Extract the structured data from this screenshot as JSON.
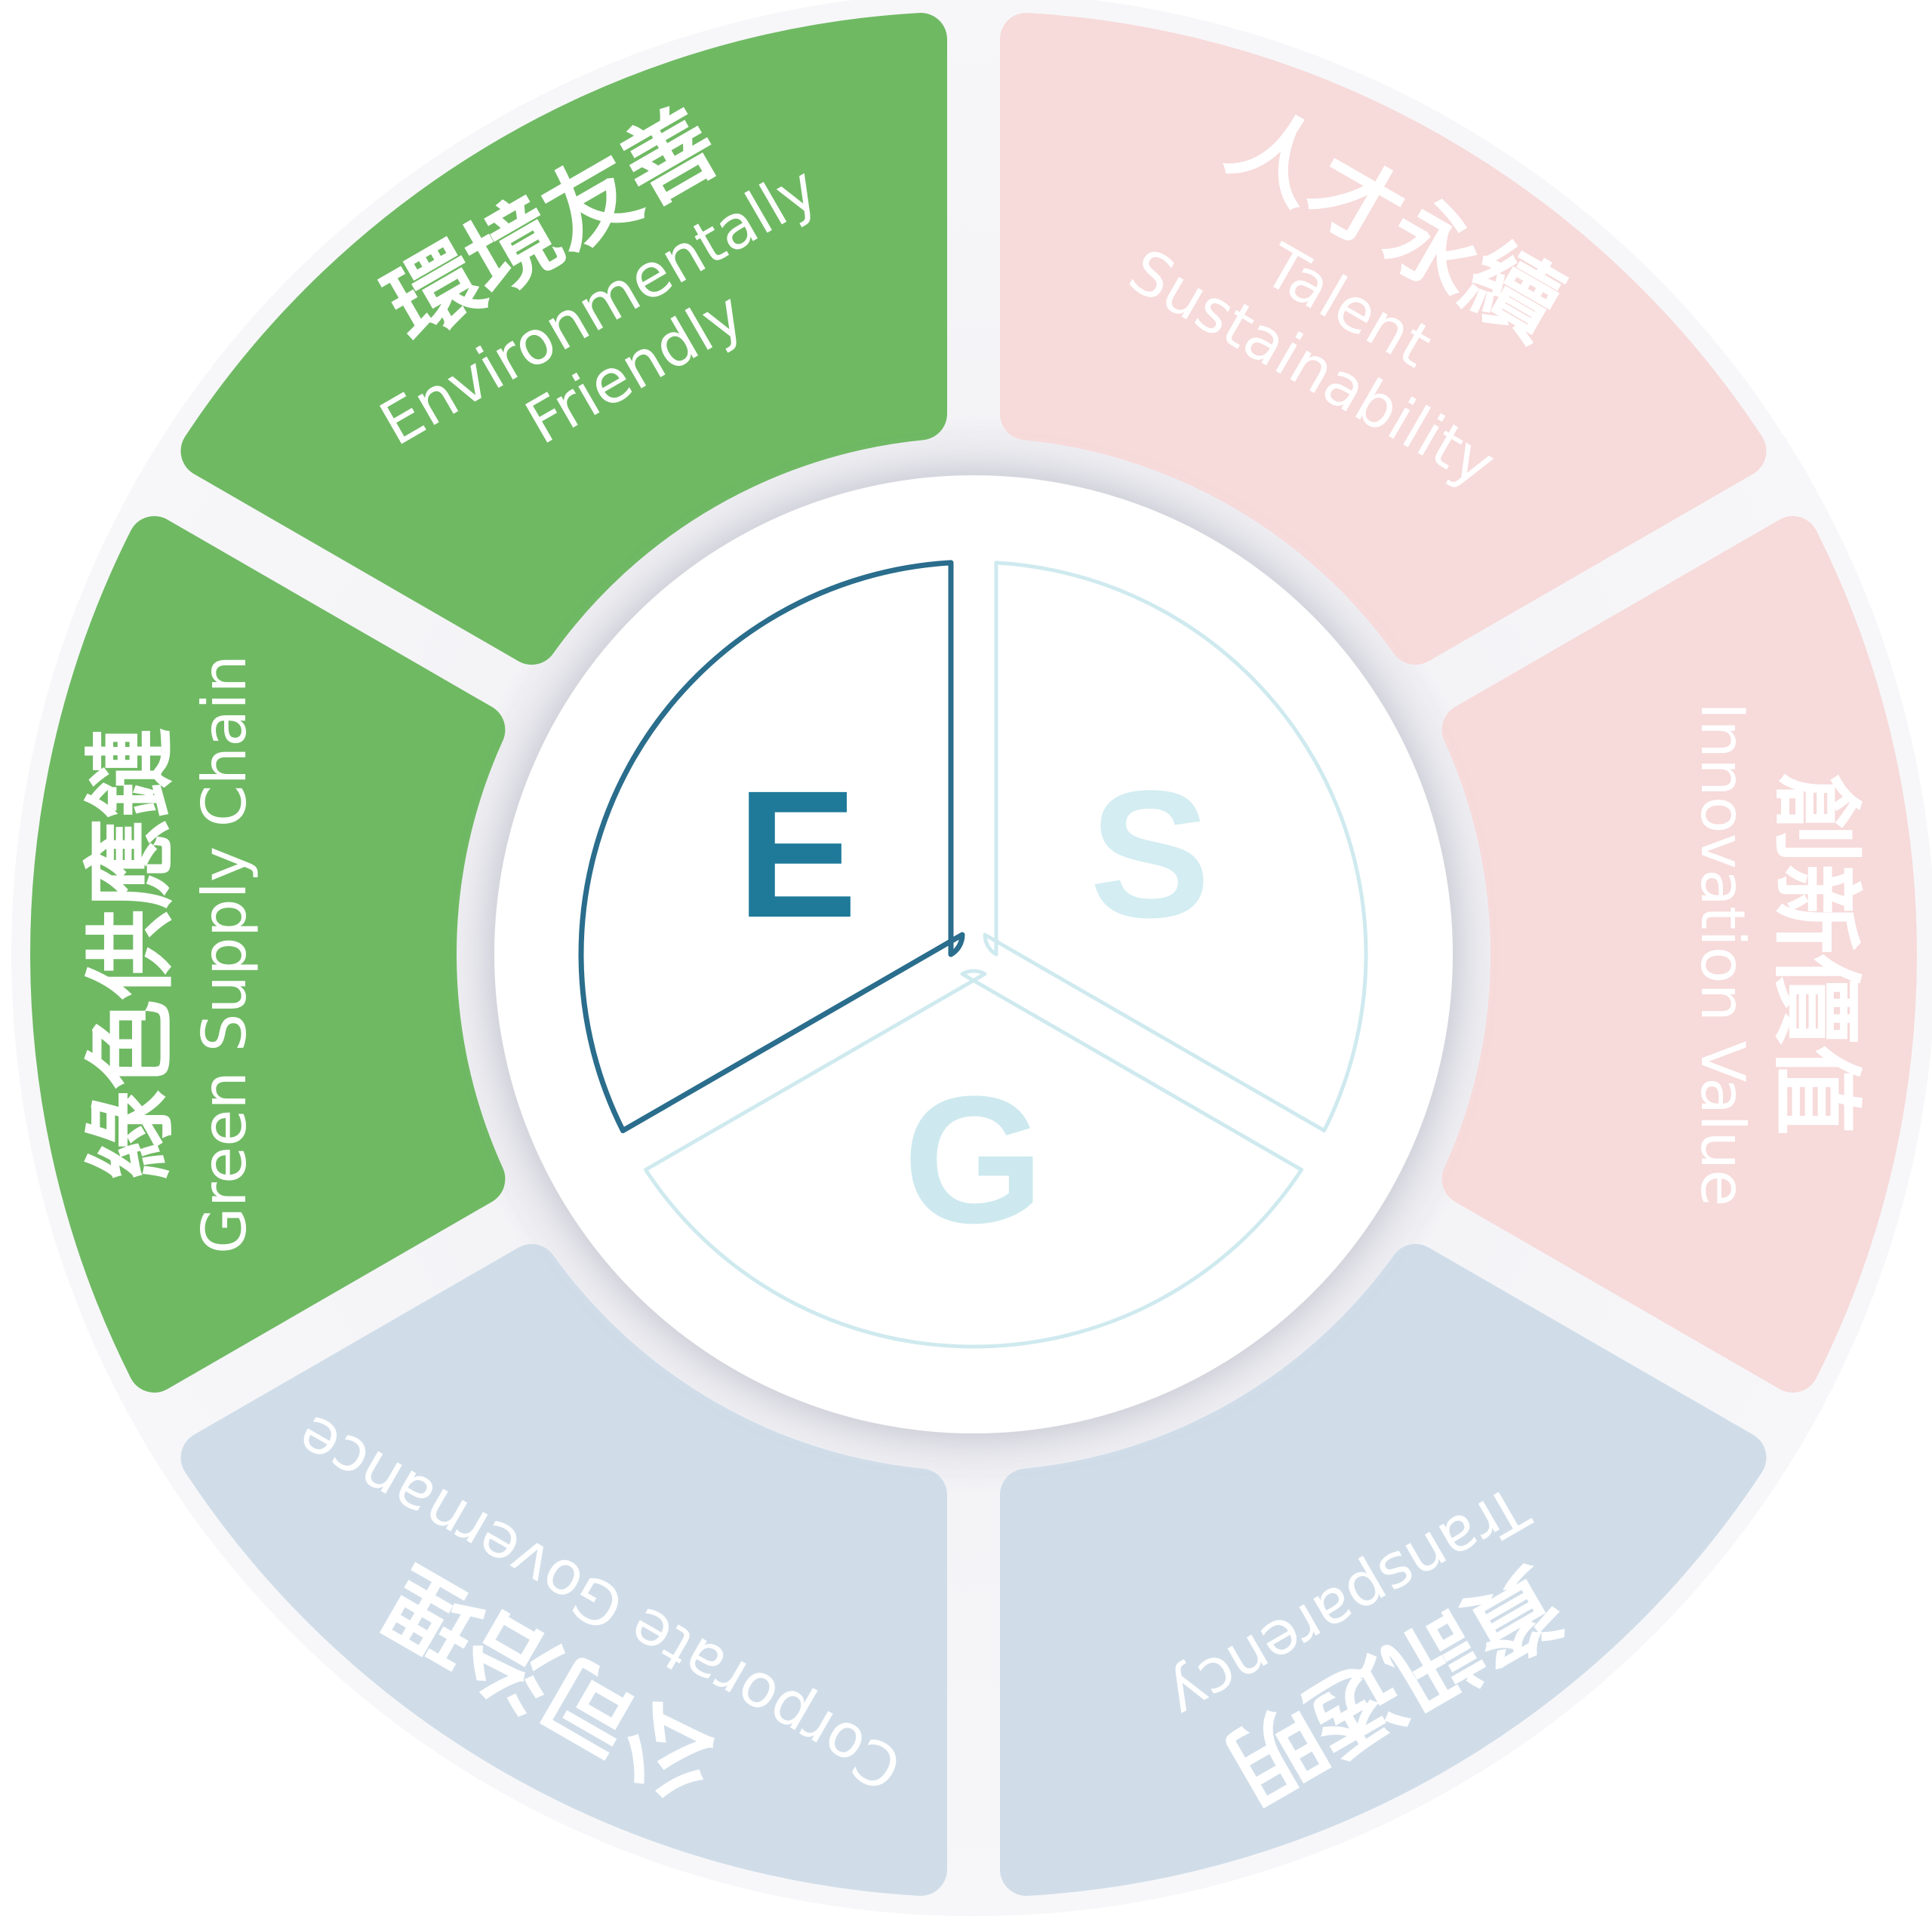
{
  "segments": [
    {
      "id": "talent",
      "zh": "人才永續",
      "en": [
        "Talent",
        "Sustainability"
      ],
      "color": "#f7dada"
    },
    {
      "id": "innovation",
      "zh": "創新價值",
      "en": [
        "Innovation Value"
      ],
      "color": "#f7dada"
    },
    {
      "id": "transparency",
      "zh": "資訊透明",
      "en": [
        "Transparency"
      ],
      "color": "#d0dde9"
    },
    {
      "id": "governance",
      "zh": "公司治理",
      "en": [
        "Corporate Governance"
      ],
      "color": "#d0dde9"
    },
    {
      "id": "green-supply",
      "zh": "綠色供應鏈",
      "en": [
        "Green Supply Chain"
      ],
      "color": "#6fb963"
    },
    {
      "id": "environment",
      "zh": "環境友善",
      "en": [
        "Environmentally",
        "Friendly"
      ],
      "color": "#6fb963"
    }
  ],
  "core": [
    {
      "letter": "E",
      "stroke": "#2a6d8c",
      "fill": "#1f7a9a"
    },
    {
      "letter": "S",
      "stroke": "#cfeaef",
      "fill": "#d3edf2"
    },
    {
      "letter": "G",
      "stroke": "#cfeaef",
      "fill": "#cde9ef"
    }
  ]
}
